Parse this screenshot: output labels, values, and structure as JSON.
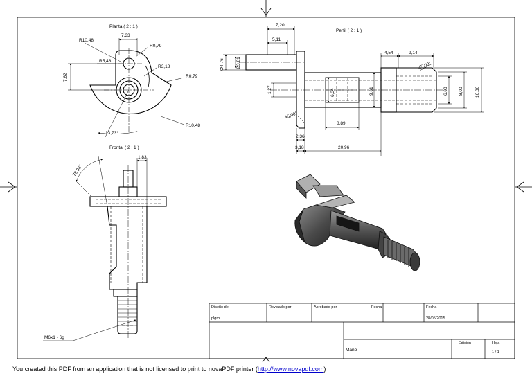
{
  "views": {
    "planta": "Planta ( 2 : 1 )",
    "perfil": "Perfil ( 2 : 1 )",
    "frontal": "Frontal ( 2 : 1 )"
  },
  "planta_dims": [
    "7,33",
    "R10,48",
    "R0,79",
    "R5,48",
    "R3,18",
    "R0,79",
    "7,62",
    "R10,48",
    "13,73°"
  ],
  "perfil_dims": [
    "7,20",
    "5,11",
    "4,54",
    "9,14",
    "45,00°",
    "Ø4,76",
    "Ø3,81",
    "1,27",
    "6,34",
    "9,61",
    "6,00",
    "8,00",
    "10,00",
    "45,00°",
    "8,89",
    "2,36",
    "3,18",
    "20,96"
  ],
  "frontal_dims": [
    "1,83",
    "75,96°",
    "M6x1 - 6g"
  ],
  "titleblock": {
    "disenado_label": "Diseño de",
    "disenado_value": "plgro",
    "revisado_label": "Revisado por",
    "aprobado_label": "Aprobado por",
    "fecha_label_1": "Fecha",
    "fecha_label_2": "Fecha",
    "fecha_value": "28/05/2015",
    "title": "Mano",
    "edicion_label": "Edición",
    "hoja_label": "Hoja",
    "hoja_value": "1 / 1"
  },
  "footer": {
    "text": "You created this PDF from an application that is not licensed to print to novaPDF printer (",
    "link": "http://www.novapdf.com",
    "close": ")"
  }
}
